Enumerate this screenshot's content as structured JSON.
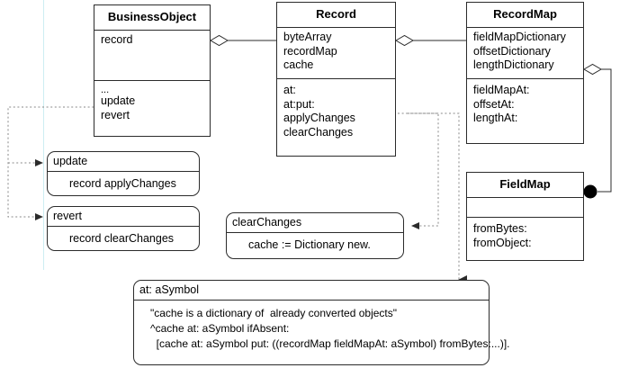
{
  "diagram": {
    "title": "Record / RecordMap / FieldMap class diagram",
    "colors": {
      "stroke": "#2b2b2b",
      "background": "#ffffff",
      "dashed": "#8a8a8a",
      "guide": "#cdeef2",
      "filled_connector": "#000000"
    }
  },
  "classes": [
    {
      "name": "BusinessObject",
      "attributes": [
        "record"
      ],
      "attributes_extra": [],
      "operations": [
        "...",
        "update",
        "revert"
      ]
    },
    {
      "name": "Record",
      "attributes": [
        "byteArray",
        "recordMap",
        "cache"
      ],
      "operations": [
        "at:",
        "at:put:",
        "applyChanges",
        "clearChanges"
      ]
    },
    {
      "name": "RecordMap",
      "attributes": [
        "fieldMapDictionary",
        "offsetDictionary",
        "lengthDictionary"
      ],
      "operations": [
        "fieldMapAt:",
        "offsetAt:",
        "lengthAt:"
      ]
    },
    {
      "name": "FieldMap",
      "attributes": [],
      "operations": [
        "fromBytes:",
        "fromObject:"
      ]
    }
  ],
  "notes": [
    {
      "header": "update",
      "body": "record applyChanges"
    },
    {
      "header": "revert",
      "body": "record clearChanges"
    },
    {
      "header": "clearChanges",
      "body": "cache := Dictionary new."
    },
    {
      "header": "at: aSymbol",
      "body": "\"cache is a dictionary of  already converted objects\"\n^cache at: aSymbol ifAbsent:\n  [cache at: aSymbol put: ((recordMap fieldMapAt: aSymbol) fromBytes:...)]."
    }
  ],
  "connectors": [
    {
      "kind": "aggregation-diamond",
      "from": "BusinessObject",
      "to": "Record"
    },
    {
      "kind": "aggregation-diamond",
      "from": "Record",
      "to": "RecordMap"
    },
    {
      "kind": "aggregation-diamond",
      "from": "RecordMap",
      "to": "FieldMap"
    },
    {
      "kind": "filled-circle",
      "at": "FieldMap"
    },
    {
      "kind": "dashed-arrow",
      "from": "BusinessObject.update",
      "to": "note-update"
    },
    {
      "kind": "dashed-arrow",
      "from": "BusinessObject.revert",
      "to": "note-revert"
    },
    {
      "kind": "dashed-arrow",
      "from": "Record.clearChanges",
      "to": "note-clearChanges"
    },
    {
      "kind": "dashed-arrow",
      "from": "Record.at:",
      "to": "note-at-aSymbol"
    }
  ]
}
